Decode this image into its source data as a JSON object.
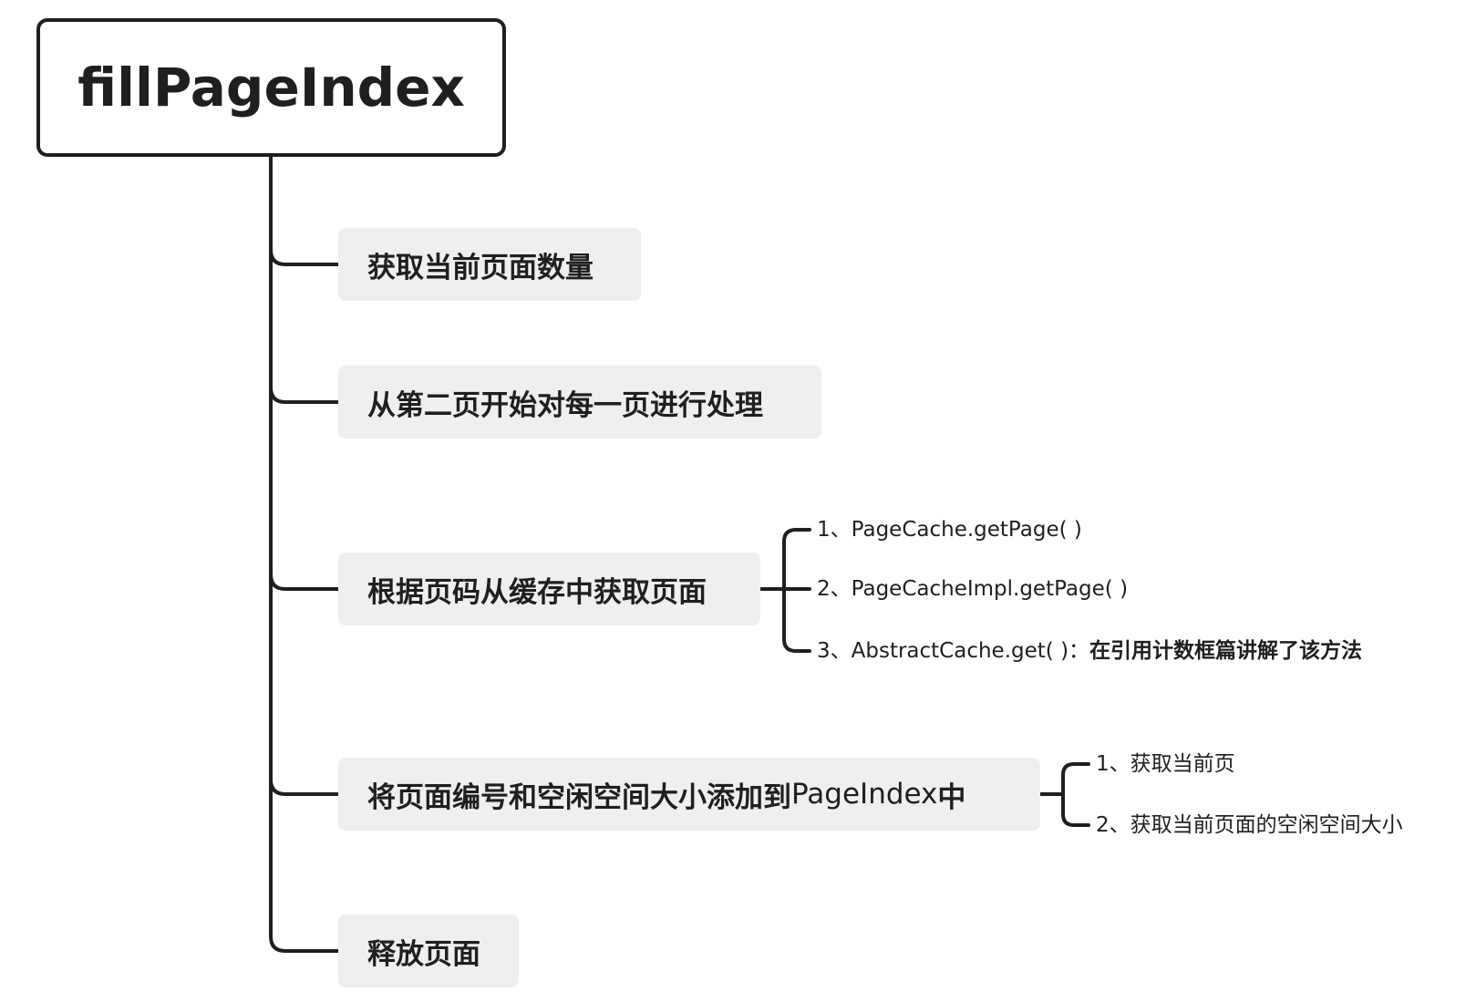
{
  "root": {
    "title": "fillPageIndex"
  },
  "steps": [
    {
      "label": "获取当前页面数量"
    },
    {
      "label": "从第二页开始对每一页进行处理"
    },
    {
      "label": "根据页码从缓存中获取页面",
      "children": [
        {
          "text": "1、PageCache.getPage( )"
        },
        {
          "text": "2、PageCacheImpl.getPage( )"
        },
        {
          "text": "3、AbstractCache.get( )：",
          "note": "在引用计数框篇讲解了该方法"
        }
      ]
    },
    {
      "label_main": "将页面编号和空闲空间大小添加到",
      "label_code": "PageIndex",
      "label_tail": "中",
      "children": [
        {
          "text": "1、获取当前页"
        },
        {
          "text": "2、获取当前页面的空闲空间大小"
        }
      ]
    },
    {
      "label": "释放页面"
    }
  ]
}
